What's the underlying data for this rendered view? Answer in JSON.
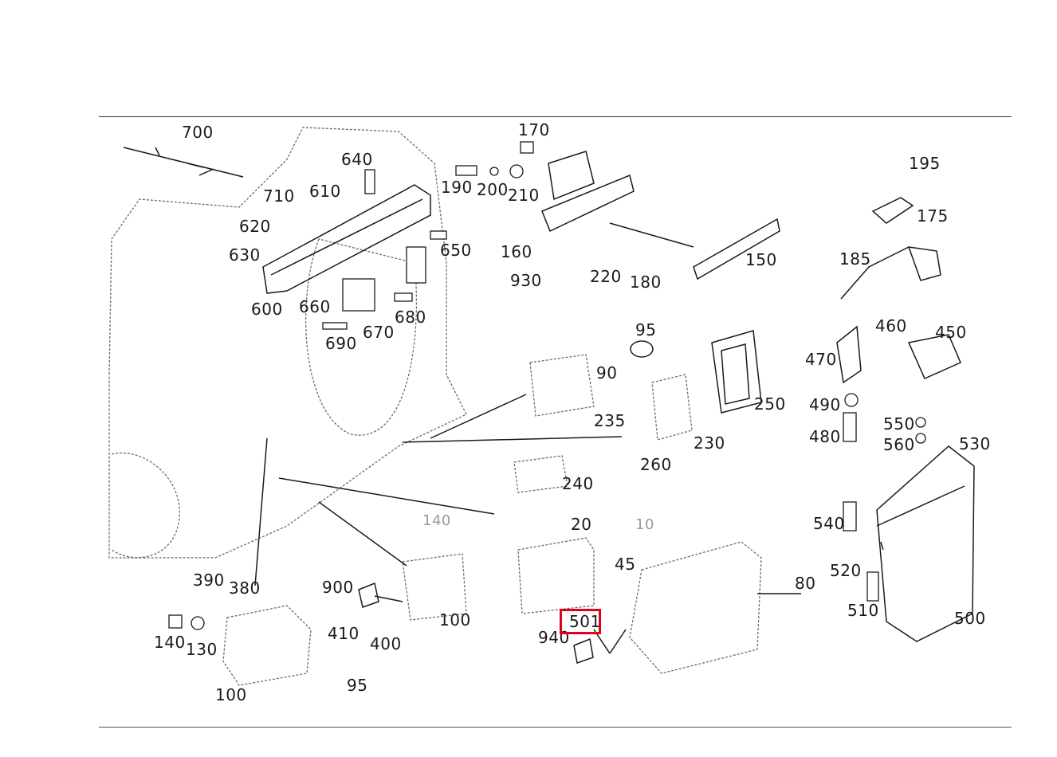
{
  "diagram": {
    "highlight_color": "#e3001b",
    "highlighted_callout": "501",
    "callouts": [
      "700",
      "640",
      "710",
      "610",
      "620",
      "630",
      "600",
      "660",
      "670",
      "680",
      "690",
      "650",
      "170",
      "190",
      "200",
      "210",
      "160",
      "930",
      "220",
      "180",
      "150",
      "195",
      "175",
      "185",
      "460",
      "450",
      "470",
      "490",
      "480",
      "95",
      "90",
      "235",
      "230",
      "250",
      "260",
      "240",
      "550",
      "560",
      "530",
      "540",
      "520",
      "510",
      "500",
      "140",
      "20",
      "10",
      "45",
      "80",
      "501",
      "940",
      "390",
      "380",
      "900",
      "100",
      "410",
      "400",
      "130",
      "95",
      "100"
    ]
  }
}
